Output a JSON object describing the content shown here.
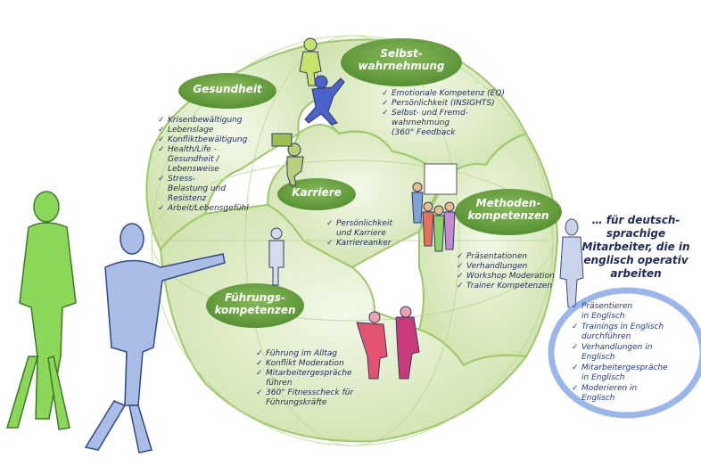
{
  "sections": {
    "gesundheit": {
      "title": "Gesundheit",
      "items": [
        "Krisenbewältigung",
        "Lebenslage",
        "Konfliktbewältigung",
        "Health/Life -\nGesundheit /\nLebensweise",
        "Stress-\nBelastung und\nResistenz",
        "Arbeit/Lebensgefühl"
      ]
    },
    "selbstwahrnehmung": {
      "title_line1": "Selbst-",
      "title_line2": "wahrnehmung",
      "items": [
        "Emotionale Kompetenz (EQ)",
        "Persönlichkeit (INSIGHTS)",
        "Selbst- und Fremd-\nwahrnehmung\n(360° Feedback"
      ]
    },
    "karriere": {
      "title": "Karriere",
      "items": [
        "Persönlichkeit\nund Karriere",
        "Karriereanker"
      ]
    },
    "methoden": {
      "title_line1": "Methoden-",
      "title_line2": "kompetenzen",
      "items": [
        "Präsentationen",
        "Verhandlungen",
        "Workshop Moderation",
        "Trainer Kompetenzen"
      ]
    },
    "fuehrung": {
      "title_line1": "Führungs-",
      "title_line2": "kompetenzen",
      "items": [
        "Führung im Alltag",
        "Konflikt Moderation",
        "Mitarbeitergespräche\nführen",
        "360° Fitnesscheck für\nFührungskräfte"
      ]
    }
  },
  "english_note": {
    "lines": [
      "… für deutsch-",
      "sprachige",
      "Mitarbeiter, die in",
      "englisch operativ",
      "arbeiten"
    ],
    "items": [
      "Präsentieren\nin Englisch",
      "Trainings in Englisch\ndurchführen",
      "Verhandlungen in\nEnglisch",
      "Mitarbeitergespräche\nin Englisch",
      "Moderieren in\nEnglisch"
    ]
  },
  "colors": {
    "puzzle_fill": "#e4efcf",
    "puzzle_stroke": "#8fbf5c",
    "label_fill": "#6fa646",
    "accent_blue": "#8aa8dc",
    "text_dark": "#1d2a5a"
  }
}
